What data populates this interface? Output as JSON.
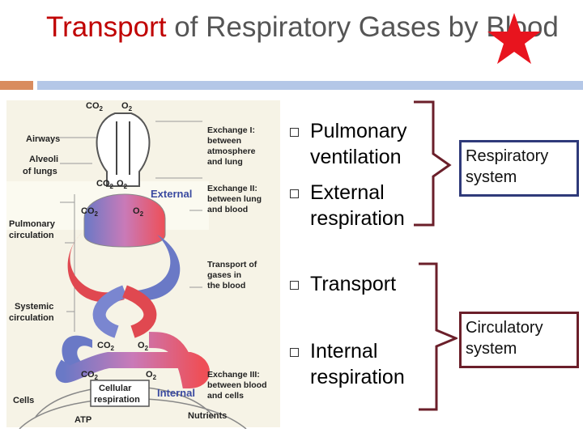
{
  "slide": {
    "title_highlight": "Transport",
    "title_rest": " of Respiratory Gases by Blood"
  },
  "bullets": [
    {
      "text": "Pulmonary ventilation"
    },
    {
      "text": "External respiration"
    },
    {
      "text": "Transport"
    },
    {
      "text": "Internal respiration"
    }
  ],
  "groups": [
    {
      "label": "Respiratory system"
    },
    {
      "label": "Circulatory system"
    }
  ],
  "diagram": {
    "labels": {
      "airways": "Airways",
      "alveoli_1": "Alveoli",
      "alveoli_2": "of lungs",
      "pulmonary_1": "Pulmonary",
      "pulmonary_2": "circulation",
      "systemic_1": "Systemic",
      "systemic_2": "circulation",
      "cells": "Cells",
      "atp": "ATP",
      "nutrients": "Nutrients",
      "external": "External",
      "internal": "Internal",
      "co2": "CO",
      "o2": "O",
      "sub2": "2",
      "cellular_1": "Cellular",
      "cellular_2": "respiration",
      "ex1_1": "Exchange I:",
      "ex1_2": "between",
      "ex1_3": "atmosphere",
      "ex1_4": "and lung",
      "ex2_1": "Exchange II:",
      "ex2_2": "between lung",
      "ex2_3": "and blood",
      "tr_1": "Transport of",
      "tr_2": "gases in",
      "tr_3": "the blood",
      "ex3_1": "Exchange III:",
      "ex3_2": "between blood",
      "ex3_3": "and cells"
    }
  },
  "colors": {
    "title_accent": "#c00000",
    "title_text": "#555555",
    "bracket": "#6b1f2a",
    "box_border_1": "#2f3a7a",
    "box_border_2": "#6b1f2a",
    "star": "#e8141e"
  }
}
